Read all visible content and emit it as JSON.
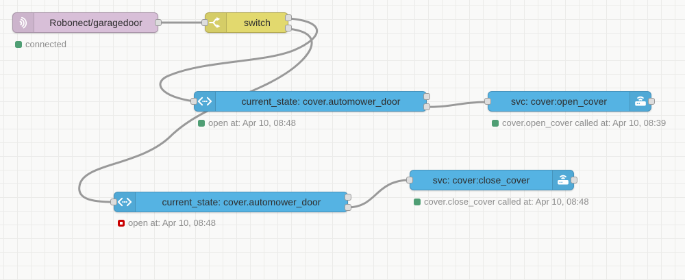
{
  "app": "node-red-flow-editor",
  "colors": {
    "canvas_background": "#f9f9f8",
    "grid_line": "#ebebe9",
    "wire": "#999999",
    "node_blue": "#55b3e3",
    "node_purple": "#d8bfd8",
    "node_yellow": "#e2d96e",
    "status_green": "#4f9e74",
    "status_red": "#c90000"
  },
  "nodes": [
    {
      "label": "Robonect/garagedoor",
      "color": "#d8bfd8",
      "icon": "radio-waves-icon",
      "status": {
        "shape": "dot",
        "color": "#4f9e74",
        "text": "connected"
      }
    },
    {
      "label": "switch",
      "color": "#e2d96e",
      "icon": "branch-arrows-icon"
    },
    {
      "label": "current_state: cover.automower_door",
      "color": "#55b3e3",
      "icon": "angle-brackets-dots-icon",
      "status": {
        "shape": "dot",
        "color": "#4f9e74",
        "text": "open at: Apr 10, 08:48"
      }
    },
    {
      "label": "svc: cover:open_cover",
      "color": "#55b3e3",
      "icon": "router-wifi-icon",
      "status": {
        "shape": "dot",
        "color": "#4f9e74",
        "text": "cover.open_cover called at: Apr 10, 08:39"
      }
    },
    {
      "label": "current_state: cover.automower_door",
      "color": "#55b3e3",
      "icon": "angle-brackets-dots-icon",
      "status": {
        "shape": "ring",
        "color": "#c90000",
        "text": "open at: Apr 10, 08:48"
      }
    },
    {
      "label": "svc: cover:close_cover",
      "color": "#55b3e3",
      "icon": "router-wifi-icon",
      "status": {
        "shape": "dot",
        "color": "#4f9e74",
        "text": "cover.close_cover called at: Apr 10, 08:48"
      }
    }
  ]
}
